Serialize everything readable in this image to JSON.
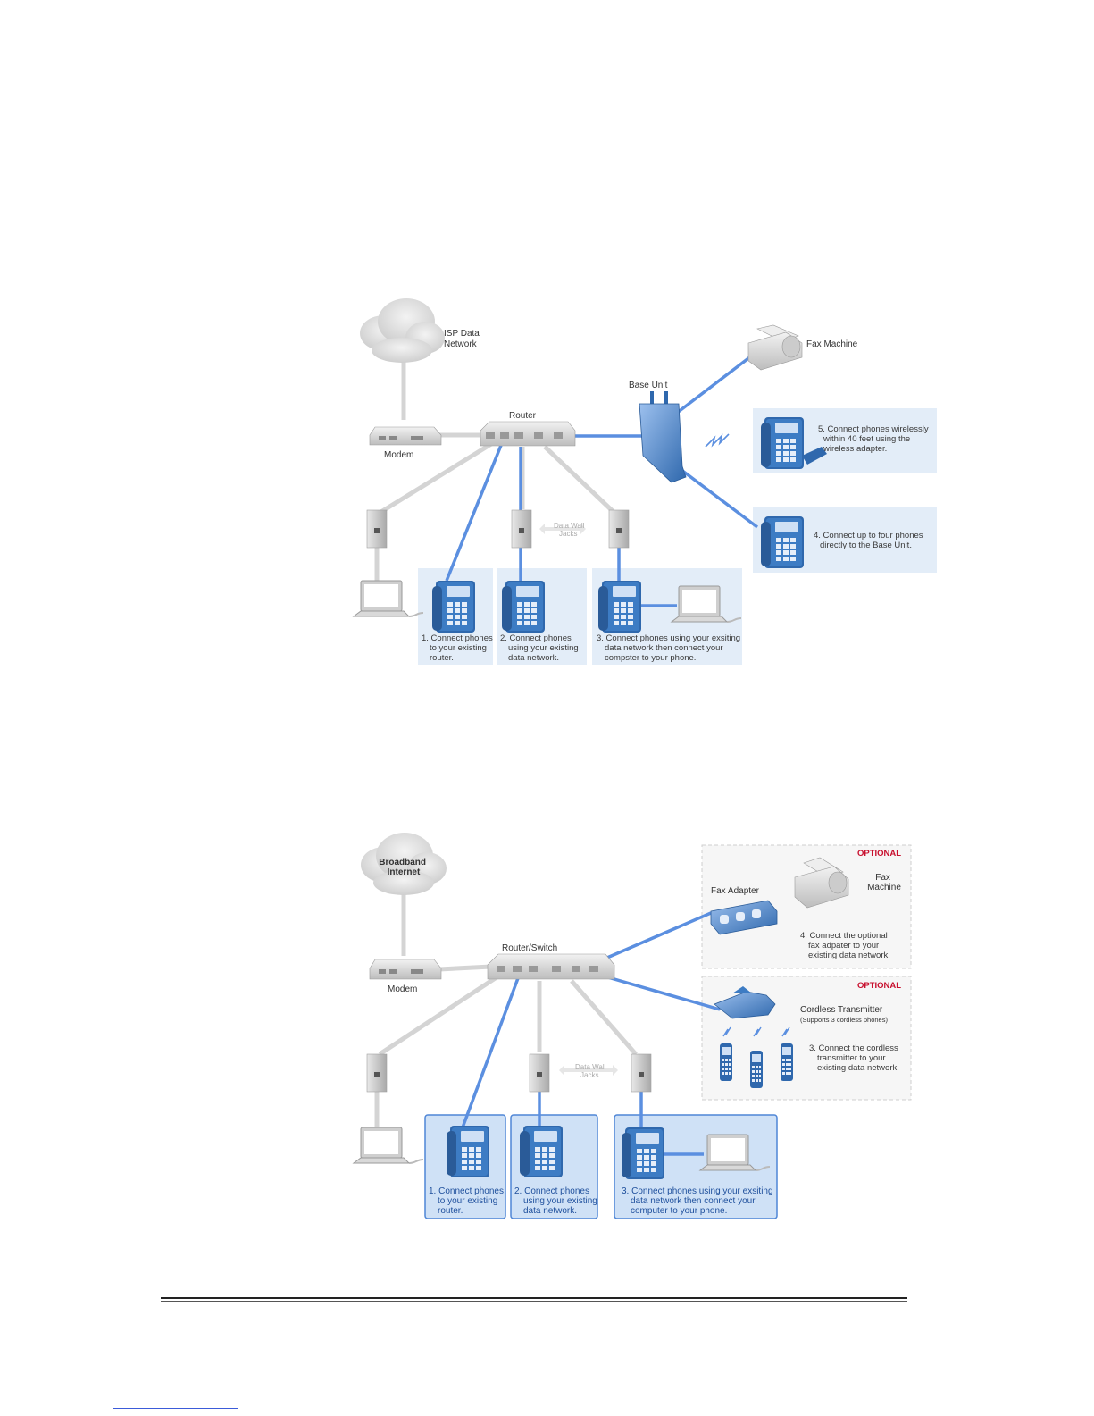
{
  "diagram1": {
    "cloud_label": [
      "ISP Data",
      "Network"
    ],
    "modem_label": "Modem",
    "router_label": "Router",
    "base_unit_label": "Base Unit",
    "fax_label": "Fax Machine",
    "jacks_label": [
      "Data Wall",
      "Jacks"
    ],
    "captions": {
      "c1": [
        "1. Connect phones",
        "to your existing",
        "router."
      ],
      "c2": [
        "2. Connect phones",
        "using your existing",
        "data network."
      ],
      "c3": [
        "3. Connect phones using your exsiting",
        "data network then connect your",
        "compster to your phone."
      ],
      "c4": [
        "4. Connect up to four phones",
        "directly to the Base Unit."
      ],
      "c5": [
        "5. Connect phones wirelessly",
        "within 40 feet using the",
        "wireless adapter."
      ]
    }
  },
  "diagram2": {
    "cloud_label": [
      "Broadband",
      "Internet"
    ],
    "modem_label": "Modem",
    "router_label": "Router/Switch",
    "fax_adapter_label": "Fax Adapter",
    "fax_label": [
      "Fax",
      "Machine"
    ],
    "optional_label": "OPTIONAL",
    "cordless_label": "Cordless Transmitter",
    "cordless_sub": "(Supports 3 cordless phones)",
    "jacks_label": [
      "Data Wall",
      "Jacks"
    ],
    "captions": {
      "c1": [
        "1. Connect phones",
        "to your existing",
        "router."
      ],
      "c2": [
        "2. Connect phones",
        "using your existing",
        "data network."
      ],
      "c3": [
        "3. Connect phones using your exsiting",
        "data network then connect your",
        "computer to your phone."
      ],
      "c3b": [
        "3. Connect the cordless",
        "transmitter to your",
        "existing data network."
      ],
      "c4": [
        "4. Connect the optional",
        "fax adpater to your",
        "existing data network."
      ]
    }
  },
  "colors": {
    "blue_line": "#5b8fe0",
    "gray_line": "#d4d4d4",
    "panel": "#e3edf8",
    "panel_strong": "#cfe1f6",
    "phone": "#2f68ad",
    "optional_red": "#c8102e"
  }
}
